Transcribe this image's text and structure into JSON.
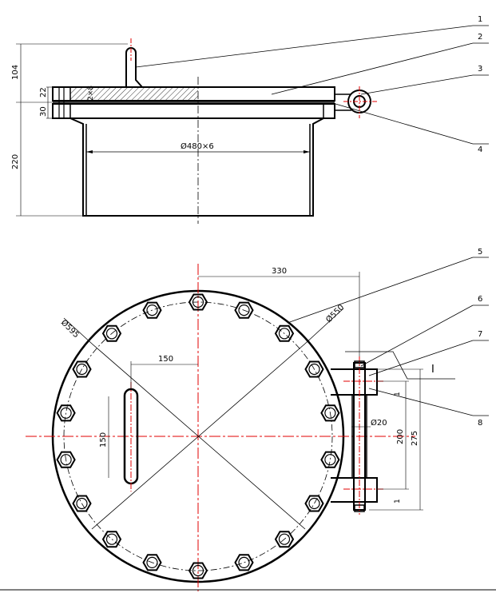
{
  "drawing": {
    "part_numbers": [
      "1",
      "2",
      "3",
      "4",
      "5",
      "6",
      "7",
      "8"
    ],
    "section_mark": "I",
    "dimensions": {
      "height_104": "104",
      "dim_22": "22",
      "dim_30": "30",
      "dim_220": "220",
      "dim_2x8": "2×8",
      "bore": "Ø480×6",
      "dim_330": "330",
      "dia_595": "Ø595",
      "dia_550": "Ø550",
      "dim_150_h": "150",
      "dim_150_v": "150",
      "pin_dia": "Ø20",
      "dim_200": "200",
      "dim_275": "275",
      "dim_1_top": "1",
      "dim_1_bot": "1"
    },
    "colors": {
      "outline": "#000000",
      "centerline": "#e00000",
      "hatch": "#000000"
    }
  }
}
